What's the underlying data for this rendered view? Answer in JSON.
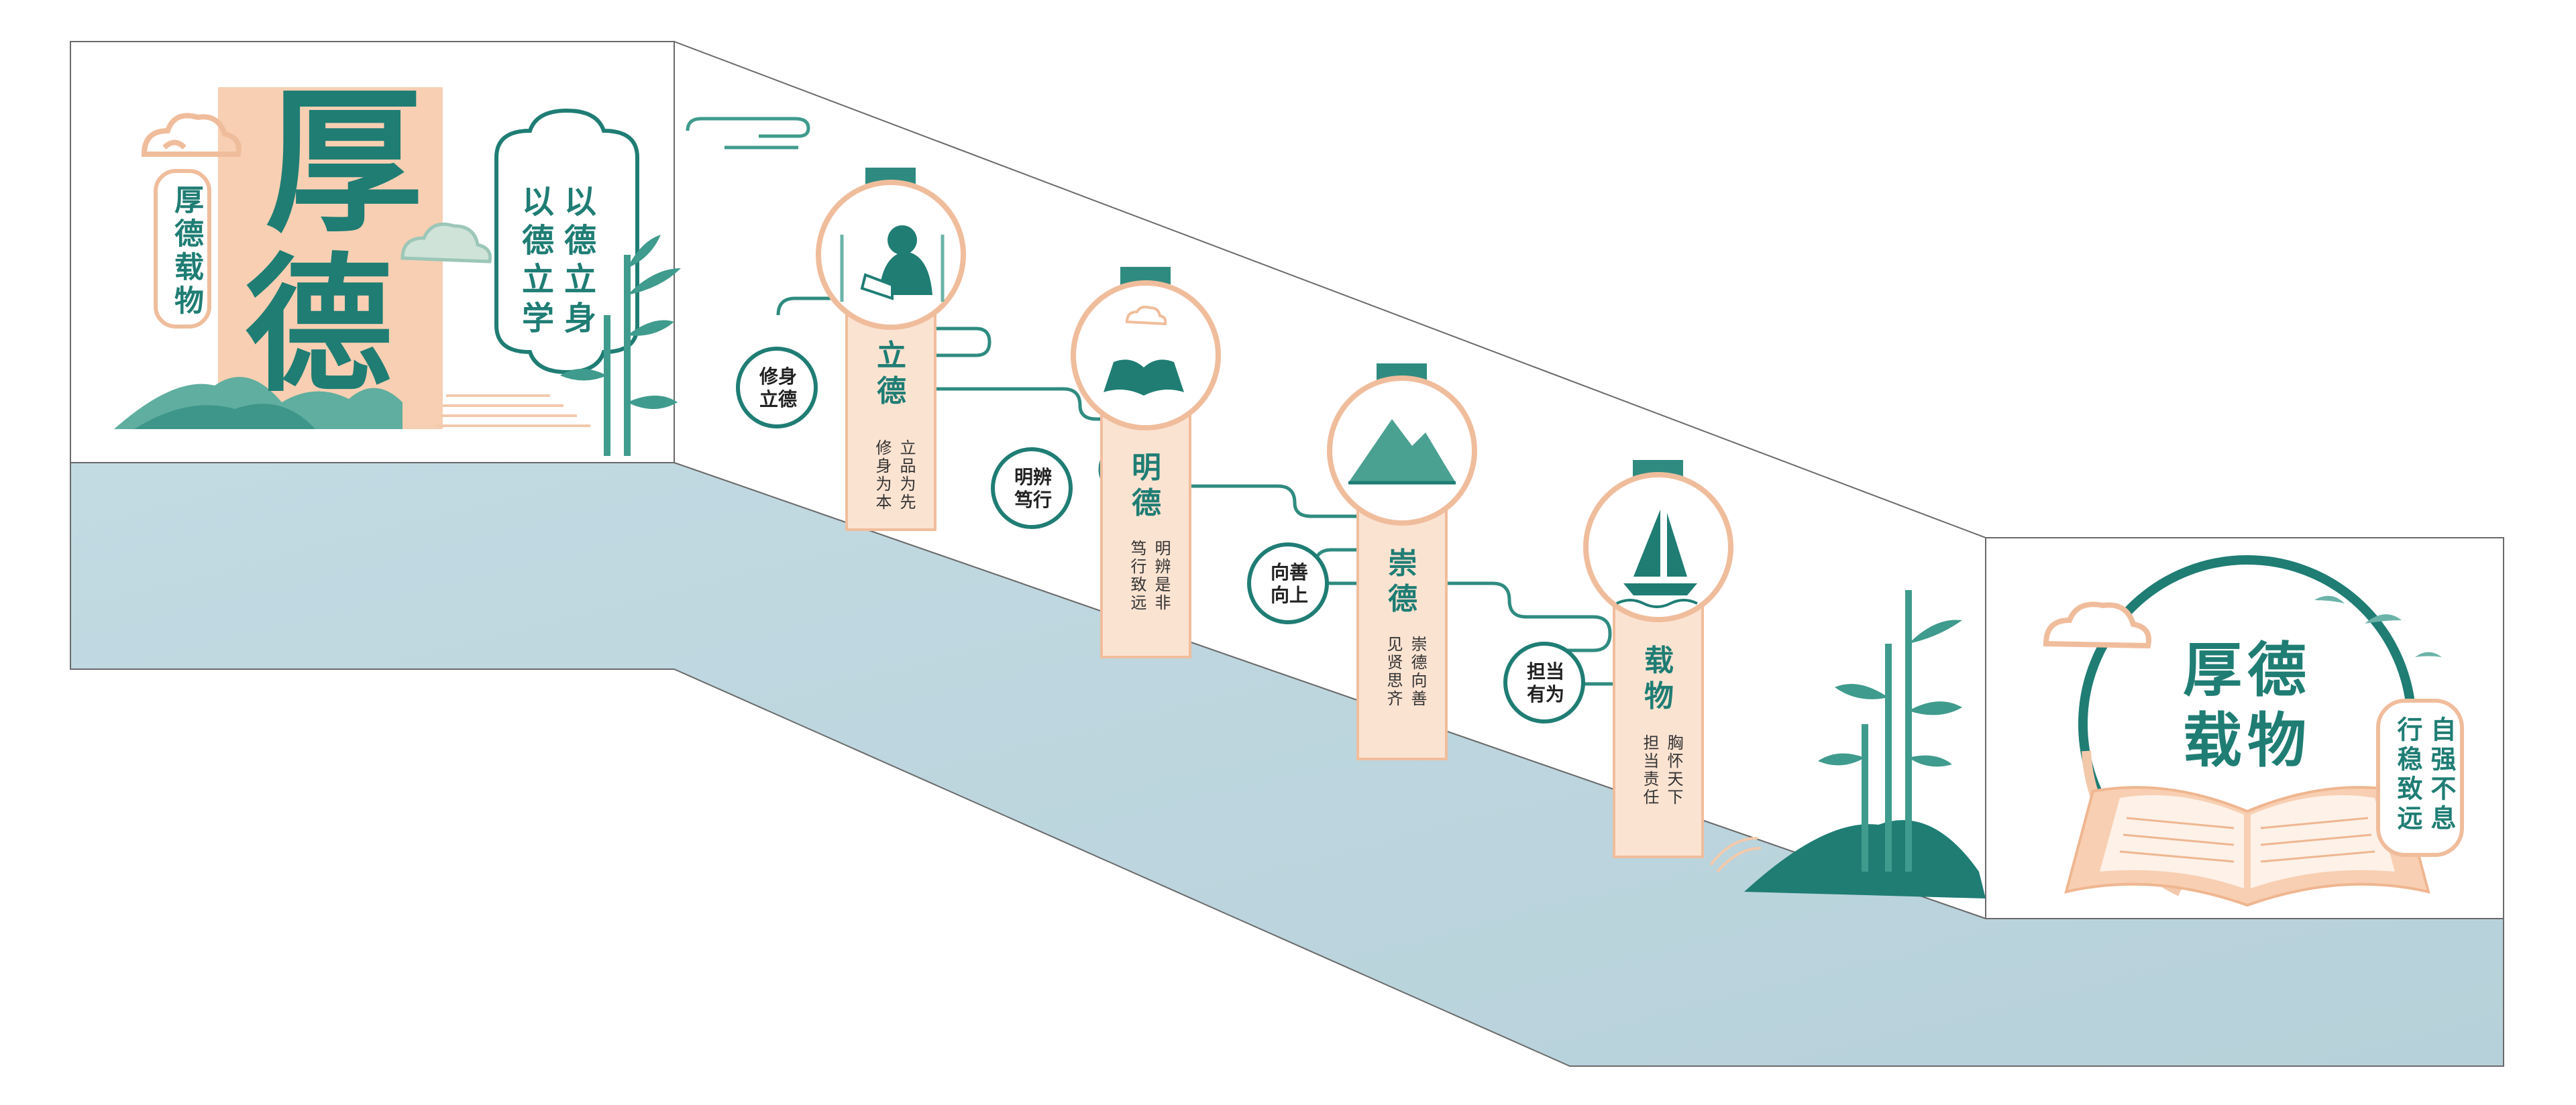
{
  "colors": {
    "teal": "#1f7d74",
    "teal_light": "#6bb3a8",
    "peach": "#f6cdb0",
    "peach_light": "#fbe6d7",
    "skirting": "#bdd6de",
    "line": "#555555"
  },
  "left_panel": {
    "big_title_1": "厚",
    "big_title_2": "德",
    "side_label": "厚德载物",
    "motto_1": "以德立身",
    "motto_2": "以德立学"
  },
  "stations": [
    {
      "title": "立德",
      "desc_1": "立品为先",
      "desc_2": "修身为本",
      "badge": "修身立德",
      "icon": "reading-child-icon"
    },
    {
      "title": "明德",
      "desc_1": "明辨是非",
      "desc_2": "笃行致远",
      "badge": "明辨笃行",
      "icon": "open-book-icon"
    },
    {
      "title": "崇德",
      "desc_1": "崇德向善",
      "desc_2": "见贤思齐",
      "badge": "向善向上",
      "icon": "mountain-icon"
    },
    {
      "title": "载物",
      "desc_1": "胸怀天下",
      "desc_2": "担当责任",
      "badge": "担当有为",
      "icon": "sailboat-icon"
    }
  ],
  "right_panel": {
    "circle_title_1": "厚德",
    "circle_title_2": "载物",
    "motto_1": "自强不息",
    "motto_2": "行稳致远"
  }
}
